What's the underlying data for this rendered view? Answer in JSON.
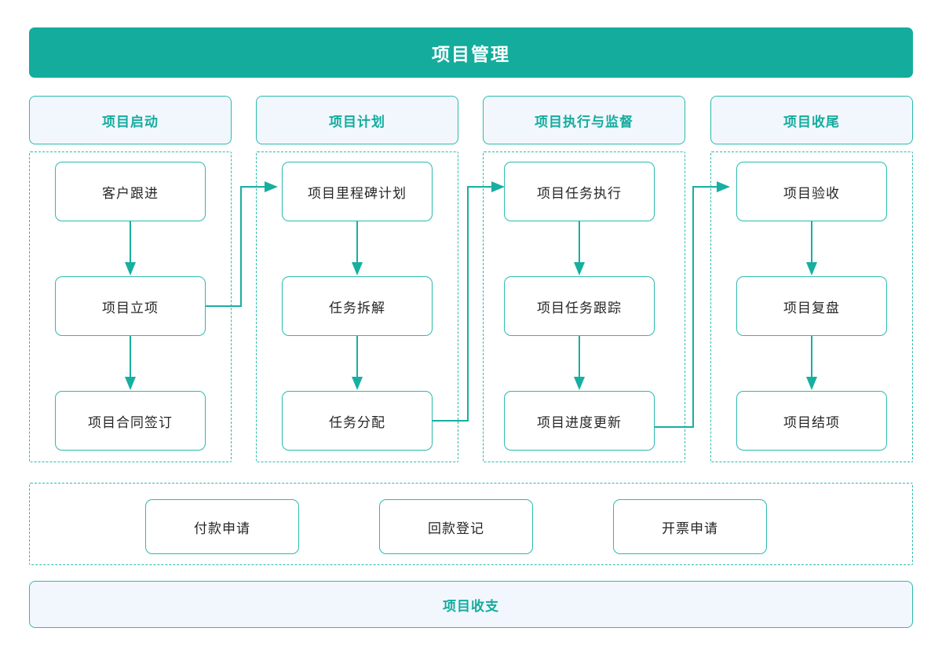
{
  "diagram": {
    "title": "项目管理",
    "accent_color": "#14AC9D",
    "border_color": "#2BBBAD",
    "panel_fill": "#F2F7FE",
    "node_text_color": "#262626"
  },
  "phases": [
    {
      "header": "项目启动",
      "nodes": [
        "客户跟进",
        "项目立项",
        "项目合同签订"
      ],
      "exit_from_node_index": 1
    },
    {
      "header": "项目计划",
      "nodes": [
        "项目里程碑计划",
        "任务拆解",
        "任务分配"
      ],
      "exit_from_node_index": 2
    },
    {
      "header": "项目执行与监督",
      "nodes": [
        "项目任务执行",
        "项目任务跟踪",
        "项目进度更新"
      ],
      "exit_from_node_index": 2
    },
    {
      "header": "项目收尾",
      "nodes": [
        "项目验收",
        "项目复盘",
        "项目结项"
      ],
      "exit_from_node_index": null
    }
  ],
  "finance_row": {
    "nodes": [
      "付款申请",
      "回款登记",
      "开票申请"
    ]
  },
  "footer": {
    "label": "项目收支"
  }
}
